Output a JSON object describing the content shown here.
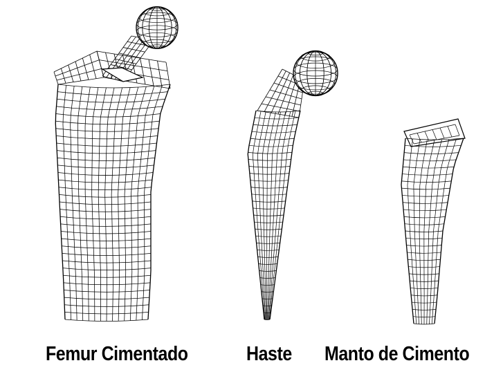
{
  "figure": {
    "line_color": "#000000",
    "background": "#ffffff",
    "models": [
      {
        "id": "femur",
        "caption": "Femur Cimentado"
      },
      {
        "id": "haste",
        "caption": "Haste"
      },
      {
        "id": "manto",
        "caption": "Manto de Cimento"
      }
    ]
  }
}
